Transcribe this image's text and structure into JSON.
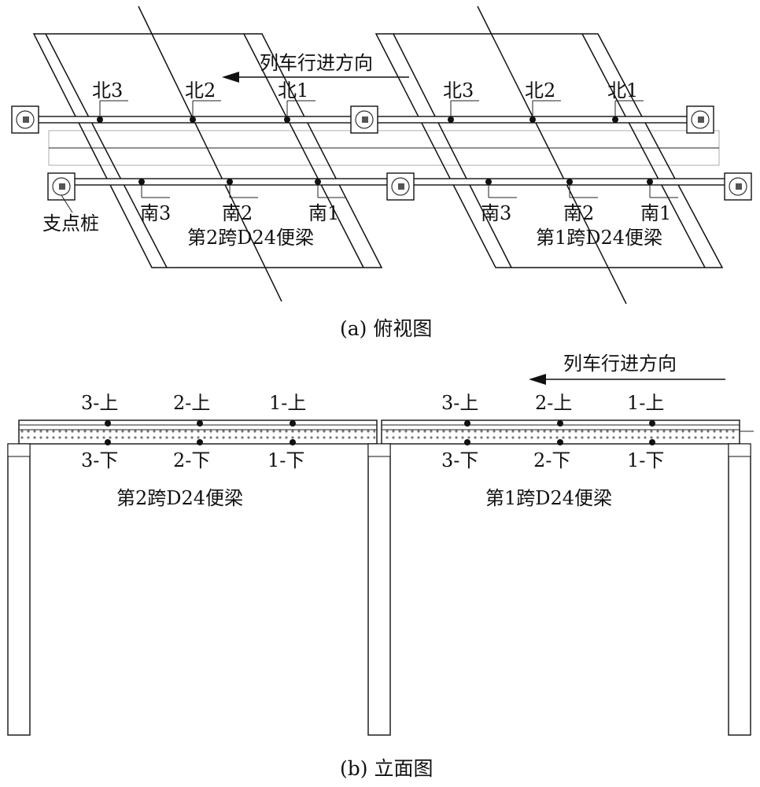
{
  "top_view": {
    "direction_label": "列车行进方向",
    "caption": "(a) 俯视图",
    "support_label": "支点桩",
    "span2": {
      "name": "第2跨D24便梁",
      "north": [
        "北3",
        "北2",
        "北1"
      ],
      "south": [
        "南3",
        "南2",
        "南1"
      ]
    },
    "span1": {
      "name": "第1跨D24便梁",
      "north": [
        "北3",
        "北2",
        "北1"
      ],
      "south": [
        "南3",
        "南2",
        "南1"
      ]
    }
  },
  "elevation_view": {
    "direction_label": "列车行进方向",
    "caption": "(b) 立面图",
    "span2": {
      "name": "第2跨D24便梁",
      "upper": [
        "3-上",
        "2-上",
        "1-上"
      ],
      "lower": [
        "3-下",
        "2-下",
        "1-下"
      ]
    },
    "span1": {
      "name": "第1跨D24便梁",
      "upper": [
        "3-上",
        "2-上",
        "1-上"
      ],
      "lower": [
        "3-下",
        "2-下",
        "1-下"
      ]
    }
  }
}
